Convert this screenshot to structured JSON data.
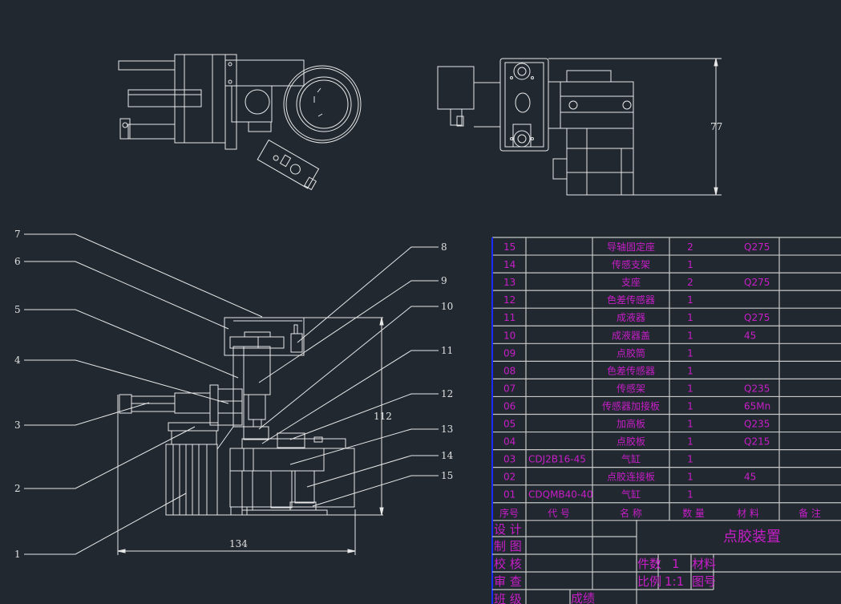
{
  "drawing": {
    "callouts": [
      "1",
      "2",
      "3",
      "4",
      "5",
      "6",
      "7",
      "8",
      "9",
      "10",
      "11",
      "12",
      "13",
      "14",
      "15"
    ],
    "dimensions": {
      "width": "134",
      "height": "112",
      "side_height": "77"
    }
  },
  "parts_list": {
    "rows": [
      {
        "no": "15",
        "code": "",
        "name": "导轴固定座",
        "qty": "2",
        "material": "Q275",
        "note": ""
      },
      {
        "no": "14",
        "code": "",
        "name": "传感支架",
        "qty": "1",
        "material": "",
        "note": ""
      },
      {
        "no": "13",
        "code": "",
        "name": "支座",
        "qty": "2",
        "material": "Q275",
        "note": ""
      },
      {
        "no": "12",
        "code": "",
        "name": "色差传感器",
        "qty": "1",
        "material": "",
        "note": ""
      },
      {
        "no": "11",
        "code": "",
        "name": "成液器",
        "qty": "1",
        "material": "Q275",
        "note": ""
      },
      {
        "no": "10",
        "code": "",
        "name": "成液器盖",
        "qty": "1",
        "material": "45",
        "note": ""
      },
      {
        "no": "09",
        "code": "",
        "name": "点胶筒",
        "qty": "1",
        "material": "",
        "note": ""
      },
      {
        "no": "08",
        "code": "",
        "name": "色差传感器",
        "qty": "1",
        "material": "",
        "note": ""
      },
      {
        "no": "07",
        "code": "",
        "name": "传感架",
        "qty": "1",
        "material": "Q235",
        "note": ""
      },
      {
        "no": "06",
        "code": "",
        "name": "传感器加接板",
        "qty": "1",
        "material": "65Mn",
        "note": ""
      },
      {
        "no": "05",
        "code": "",
        "name": "加高板",
        "qty": "1",
        "material": "Q235",
        "note": ""
      },
      {
        "no": "04",
        "code": "",
        "name": "点胶板",
        "qty": "1",
        "material": "Q215",
        "note": ""
      },
      {
        "no": "03",
        "code": "CDJ2B16-45",
        "name": "气缸",
        "qty": "1",
        "material": "",
        "note": ""
      },
      {
        "no": "02",
        "code": "",
        "name": "点胶连接板",
        "qty": "1",
        "material": "45",
        "note": ""
      },
      {
        "no": "01",
        "code": "CDQMB40-40",
        "name": "气缸",
        "qty": "1",
        "material": "",
        "note": ""
      }
    ],
    "header": {
      "no": "序号",
      "code": "代  号",
      "name": "名   称",
      "qty": "数 量",
      "material": "材 料",
      "note": "备 注"
    }
  },
  "title_block": {
    "design": "设 计",
    "draw": "制 图",
    "check": "校 核",
    "review": "审 查",
    "class": "班 级",
    "grade": "成绩",
    "title": "点胶装置",
    "count_label": "件数",
    "count": "1",
    "material_label": "材料",
    "scale_label": "比例",
    "scale": "1:1",
    "drawing_no_label": "图号"
  },
  "colors": {
    "background": "#212830",
    "lines": "#e8e8e8",
    "text": "#c81ec8",
    "border": "#0000ff"
  }
}
